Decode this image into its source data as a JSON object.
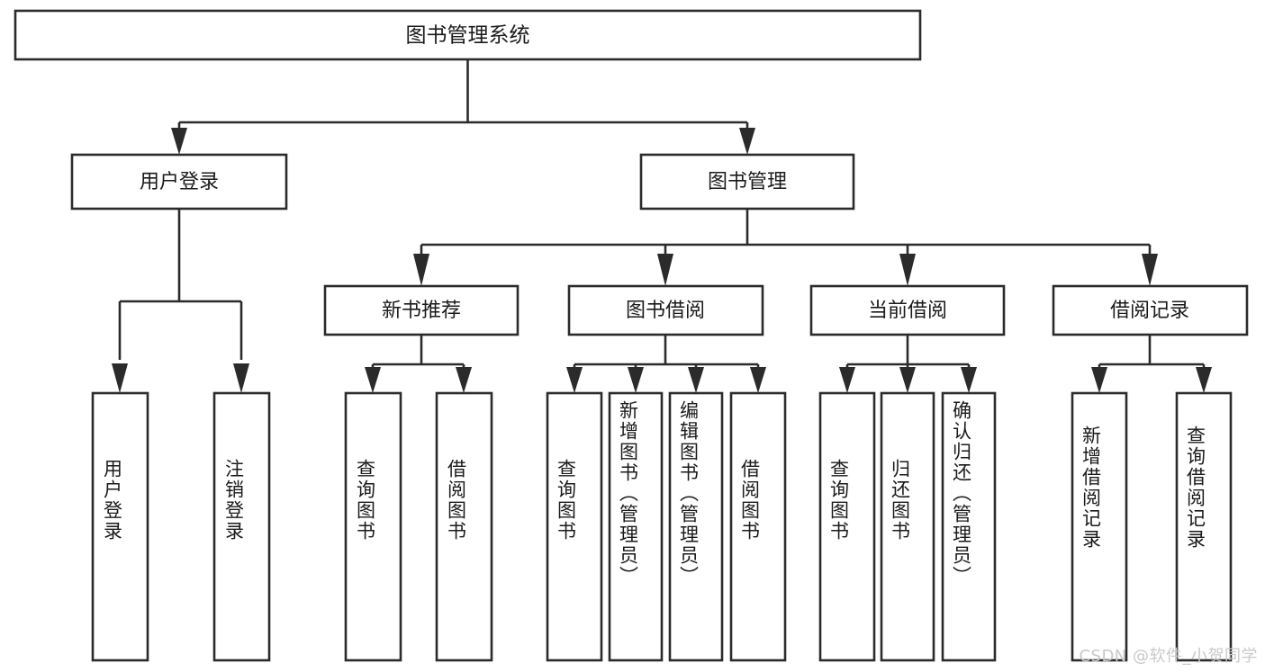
{
  "diagram": {
    "type": "hierarchy-tree",
    "title": "图书管理系统",
    "root": {
      "id": "root",
      "label": "图书管理系统",
      "orientation": "horizontal"
    },
    "level2": [
      {
        "id": "user-login",
        "label": "用户登录",
        "orientation": "horizontal"
      },
      {
        "id": "book-management",
        "label": "图书管理",
        "orientation": "horizontal"
      }
    ],
    "level3": [
      {
        "id": "new-book-recommend",
        "label": "新书推荐",
        "parent": "book-management",
        "orientation": "horizontal"
      },
      {
        "id": "book-borrow",
        "label": "图书借阅",
        "parent": "book-management",
        "orientation": "horizontal"
      },
      {
        "id": "current-borrow",
        "label": "当前借阅",
        "parent": "book-management",
        "orientation": "horizontal"
      },
      {
        "id": "borrow-record",
        "label": "借阅记录",
        "parent": "book-management",
        "orientation": "horizontal"
      }
    ],
    "leaves": [
      {
        "id": "leaf-user-login",
        "label": "用户登录",
        "parent": "user-login",
        "orientation": "vertical"
      },
      {
        "id": "leaf-user-logout",
        "label": "注销登录",
        "parent": "user-login",
        "orientation": "vertical"
      },
      {
        "id": "leaf-query-book-1",
        "label": "查询图书",
        "parent": "new-book-recommend",
        "orientation": "vertical"
      },
      {
        "id": "leaf-borrow-book-1",
        "label": "借阅图书",
        "parent": "new-book-recommend",
        "orientation": "vertical"
      },
      {
        "id": "leaf-query-book-2",
        "label": "查询图书",
        "parent": "book-borrow",
        "orientation": "vertical"
      },
      {
        "id": "leaf-add-book",
        "label": "新增图书（管理员）",
        "parent": "book-borrow",
        "orientation": "vertical"
      },
      {
        "id": "leaf-edit-book",
        "label": "编辑图书（管理员）",
        "parent": "book-borrow",
        "orientation": "vertical"
      },
      {
        "id": "leaf-borrow-book-2",
        "label": "借阅图书",
        "parent": "book-borrow",
        "orientation": "vertical"
      },
      {
        "id": "leaf-query-book-3",
        "label": "查询图书",
        "parent": "current-borrow",
        "orientation": "vertical"
      },
      {
        "id": "leaf-return-book",
        "label": "归还图书",
        "parent": "current-borrow",
        "orientation": "vertical"
      },
      {
        "id": "leaf-confirm-return",
        "label": "确认归还（管理员）",
        "parent": "current-borrow",
        "orientation": "vertical"
      },
      {
        "id": "leaf-add-record",
        "label": "新增借阅记录",
        "parent": "borrow-record",
        "orientation": "vertical"
      },
      {
        "id": "leaf-query-record",
        "label": "查询借阅记录",
        "parent": "borrow-record",
        "orientation": "vertical"
      }
    ],
    "colors": {
      "stroke": "#2b2b2b",
      "box_fill": "#ffffff",
      "text": "#1a1a1a",
      "background": "#ffffff",
      "watermark": "#c9c9c9"
    }
  },
  "watermark": {
    "text": "CSDN @软件_小贺同学"
  }
}
